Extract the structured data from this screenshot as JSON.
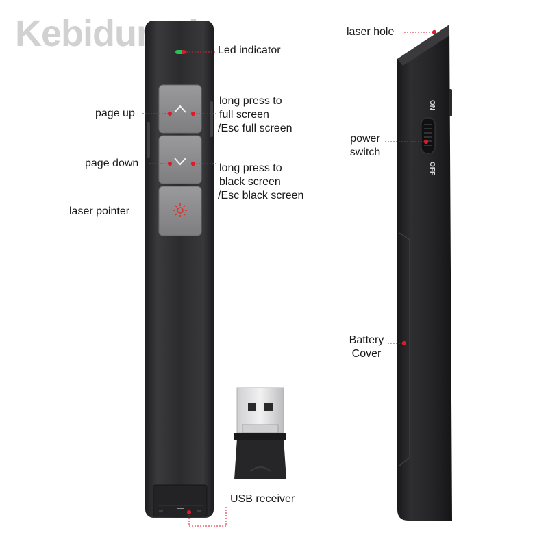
{
  "watermark": "Kebidumei",
  "labels": {
    "led_indicator": "Led indicator",
    "page_up": "page up",
    "page_down": "page down",
    "laser_pointer": "laser pointer",
    "long_press_full_1": "long press to",
    "long_press_full_2": "full screen",
    "long_press_full_3": "/Esc full screen",
    "long_press_black_1": "long press to",
    "long_press_black_2": "black screen",
    "long_press_black_3": "/Esc black screen",
    "usb_receiver": "USB receiver",
    "laser_hole": "laser hole",
    "power_switch_1": "power",
    "power_switch_2": "switch",
    "battery_cover_1": "Battery",
    "battery_cover_2": "Cover",
    "switch_on": "ON",
    "switch_off": "OFF"
  },
  "colors": {
    "body": "#2c2c2e",
    "body_edge": "#1c1c1e",
    "button": "#8a8a8c",
    "button_edge": "#6c6c6e",
    "marker": "#e0192a",
    "led": "#21c35a",
    "laser_icon": "#d9342b"
  },
  "icons": [
    "chevron-up-icon",
    "chevron-down-icon",
    "laser-icon"
  ]
}
